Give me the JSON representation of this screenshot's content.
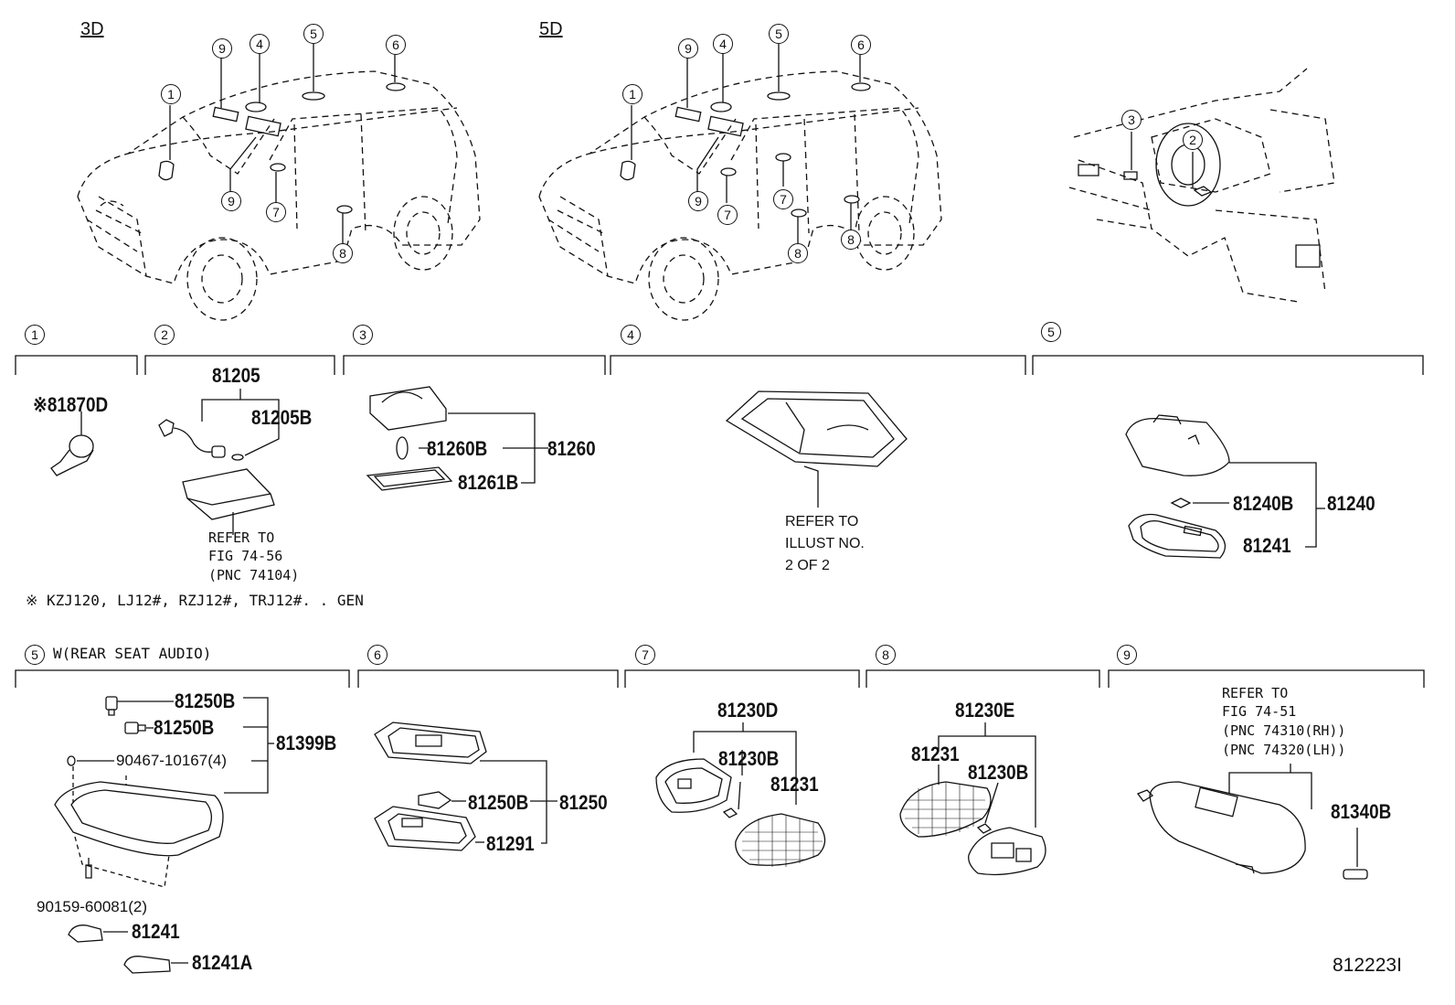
{
  "headers": {
    "three_door": "3D",
    "five_door": "5D"
  },
  "callouts": [
    "1",
    "2",
    "3",
    "4",
    "5",
    "6",
    "7",
    "8",
    "9"
  ],
  "sections": {
    "s1": {
      "num": "1",
      "parts": {
        "p81870d": "※81870D"
      }
    },
    "s2": {
      "num": "2",
      "parts": {
        "p81205": "81205",
        "p81205b": "81205B"
      },
      "refer": [
        "REFER TO",
        "FIG 74-56",
        "(PNC 74104)"
      ]
    },
    "s3": {
      "num": "3",
      "parts": {
        "p81260b": "81260B",
        "p81260": "81260",
        "p81261b": "81261B"
      }
    },
    "s4": {
      "num": "4",
      "refer": [
        "REFER TO",
        "ILLUST NO.",
        "2 OF 2"
      ]
    },
    "s5": {
      "num": "5",
      "parts": {
        "p81240b": "81240B",
        "p81240": "81240",
        "p81241": "81241"
      }
    },
    "s5w": {
      "num": "5",
      "title": "W(REAR SEAT AUDIO)",
      "parts": {
        "p81250b_1": "81250B",
        "p81250b_2": "81250B",
        "p81399b": "81399B",
        "p90467": "90467-10167(4)",
        "p90159": "90159-60081(2)",
        "p81241": "81241",
        "p81241a": "81241A"
      }
    },
    "s6": {
      "num": "6",
      "parts": {
        "p81250b": "81250B",
        "p81250": "81250",
        "p81291": "81291"
      }
    },
    "s7": {
      "num": "7",
      "parts": {
        "p81230d": "81230D",
        "p81230b": "81230B",
        "p81231": "81231"
      }
    },
    "s8": {
      "num": "8",
      "parts": {
        "p81230e": "81230E",
        "p81231": "81231",
        "p81230b": "81230B"
      }
    },
    "s9": {
      "num": "9",
      "parts": {
        "p81340b": "81340B"
      },
      "refer": [
        "REFER TO",
        "FIG 74-51",
        "(PNC 74310(RH))",
        "(PNC 74320(LH))"
      ]
    }
  },
  "footnote": "※ KZJ120, LJ12#, RZJ12#, TRJ12#. . GEN",
  "figure_id": "812223I"
}
